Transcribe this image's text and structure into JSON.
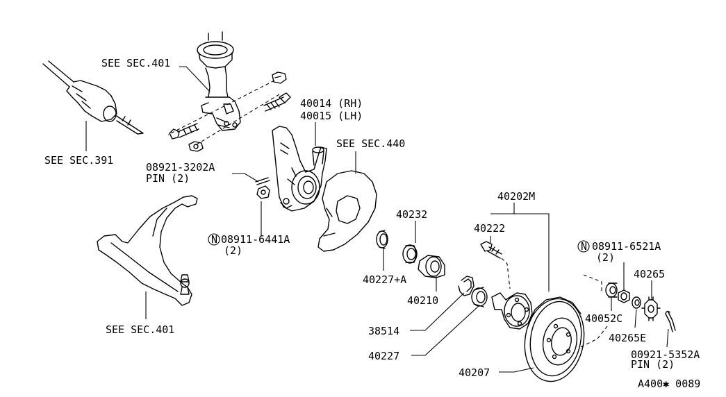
{
  "labels": {
    "see_sec_401_top": "SEE SEC.401",
    "see_sec_391": "SEE SEC.391",
    "knuckle_rh": "40014 (RH)",
    "knuckle_lh": "40015 (LH)",
    "see_sec_440": "SEE SEC.440",
    "pin_3202a": "08921-3202A",
    "pin_3202a_qty": "PIN (2)",
    "nut_6441a": "08911-6441A",
    "nut_6441a_qty": "(2)",
    "nut_symbol": "N",
    "see_sec_401_bottom": "SEE SEC.401",
    "p40232": "40232",
    "p40227a": "40227+A",
    "p40210": "40210",
    "p38514": "38514",
    "p40227": "40227",
    "p40202m": "40202M",
    "p40222": "40222",
    "p40207": "40207",
    "nut_6521a": "08911-6521A",
    "nut_6521a_qty": "(2)",
    "p40265": "40265",
    "p40052c": "40052C",
    "p40265e": "40265E",
    "pin_5352a": "00921-5352A",
    "pin_5352a_qty": "PIN (2)",
    "figure_code": "A400✱ 0089"
  },
  "colors": {
    "ink": "#000000",
    "paper": "#ffffff"
  }
}
